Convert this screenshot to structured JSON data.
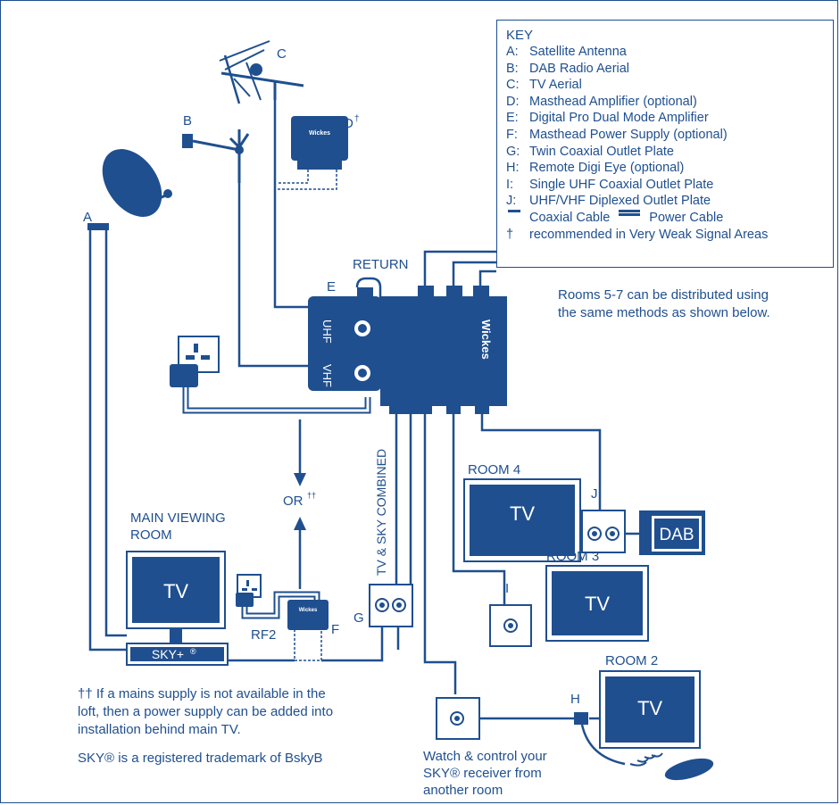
{
  "colors": {
    "primary": "#1f4f8f",
    "white": "#ffffff"
  },
  "key": {
    "title": "KEY",
    "items": [
      {
        "letter": "A:",
        "text": "Satellite Antenna"
      },
      {
        "letter": "B:",
        "text": "DAB Radio Aerial"
      },
      {
        "letter": "C:",
        "text": "TV Aerial"
      },
      {
        "letter": "D:",
        "text": "Masthead Amplifier (optional)"
      },
      {
        "letter": "E:",
        "text": "Digital Pro Dual Mode Amplifier"
      },
      {
        "letter": "F:",
        "text": "Masthead Power Supply (optional)"
      },
      {
        "letter": "G:",
        "text": "Twin Coaxial Outlet Plate"
      },
      {
        "letter": "H:",
        "text": "Remote Digi Eye (optional)"
      },
      {
        "letter": "I:",
        "text": "Single UHF Coaxial Outlet Plate"
      },
      {
        "letter": "J:",
        "text": "UHF/VHF Diplexed Outlet Plate"
      }
    ],
    "coax_label": "Coaxial Cable",
    "power_label": "Power Cable",
    "dagger": "†",
    "dagger_text": "recommended in Very Weak Signal Areas"
  },
  "labels": {
    "A": "A",
    "B": "B",
    "C": "C",
    "D": "D",
    "D_sup": "†",
    "E": "E",
    "F": "F",
    "G": "G",
    "H": "H",
    "I1": "I",
    "I2": "I",
    "J": "J",
    "return": "RETURN",
    "uhf": "UHF",
    "vhf": "VHF",
    "wickes": "Wickes",
    "tv_sky_combined": "TV & SKY COMBINED",
    "or": "OR",
    "or_sup": "††",
    "main_room_line1": "MAIN VIEWING",
    "main_room_line2": "ROOM",
    "room4": "ROOM 4",
    "room3": "ROOM 3",
    "room2": "ROOM 2",
    "tv": "TV",
    "dab": "DAB",
    "sky_plus": "SKY+",
    "sky_reg": "®",
    "rf2": "RF2"
  },
  "notes": {
    "rooms_note_1": "Rooms 5-7 can be distributed using",
    "rooms_note_2": "the same methods as shown below.",
    "footnote_1": "†† If a mains supply is not available in the",
    "footnote_2": "loft, then a power supply can be added into",
    "footnote_3": "installation behind main TV.",
    "trademark": "SKY® is a registered trademark of BskyB",
    "watch_1": "Watch & control your",
    "watch_2": "SKY® receiver from",
    "watch_3": "another room"
  }
}
